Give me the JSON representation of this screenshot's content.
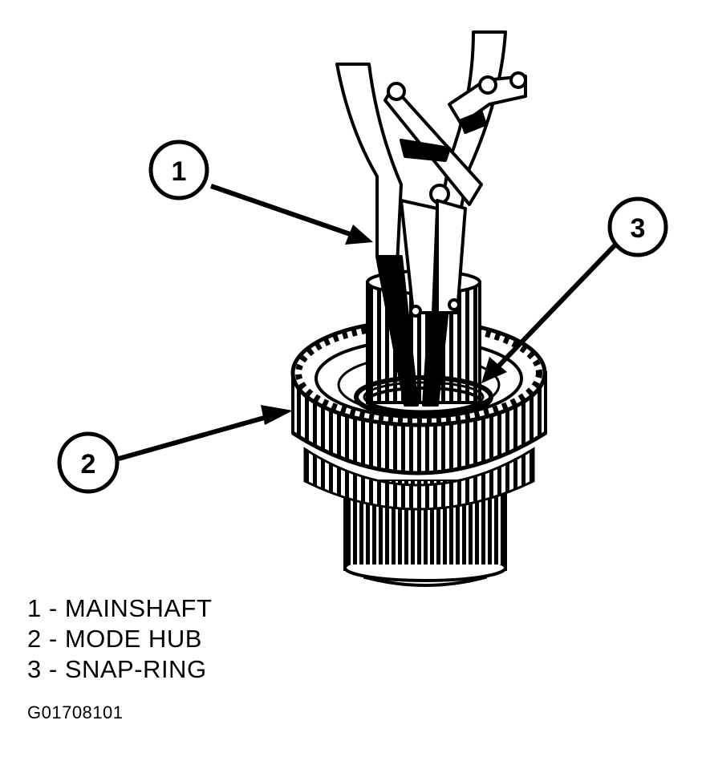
{
  "callouts": [
    {
      "number": "1"
    },
    {
      "number": "2"
    },
    {
      "number": "3"
    }
  ],
  "legend": [
    {
      "number": "1",
      "sep": " - ",
      "label": "MAINSHAFT"
    },
    {
      "number": "2",
      "sep": " - ",
      "label": "MODE HUB"
    },
    {
      "number": "3",
      "sep": " - ",
      "label": "SNAP-RING"
    }
  ],
  "figure_id": "G01708101"
}
